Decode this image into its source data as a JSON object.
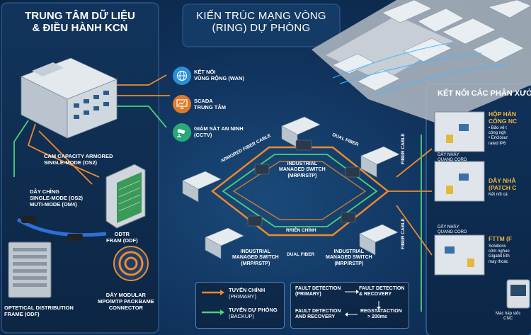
{
  "left_panel": {
    "title_line1": "TRUNG TÂM DỮ LIỆU",
    "title_line2": "& ĐIỀU HÀNH KCN",
    "services": [
      {
        "line1": "KẾT NỐI",
        "line2": "VÙNG RỘNG (WAN)",
        "icon": "globe-icon",
        "color": "#2a8fd6"
      },
      {
        "line1": "SCADA",
        "line2": "TRUNG TÂM",
        "icon": "monitor-icon",
        "color": "#e07a2a"
      },
      {
        "line1": "GIÁM SÁT AN NINH",
        "line2": "(CCTV)",
        "icon": "cctv-icon",
        "color": "#2aa877"
      }
    ],
    "cable1_line1": "CAM CAPACITY ARMORED",
    "cable1_line2": "SINGLE-MODE (OS2)",
    "cable2_line1": "DÂY CHỈNG",
    "cable2_line2": "SINGLE-MODE (OS2)",
    "cable2_line3": "MUTI-MODE (OM4)",
    "odtr_line1": "ODTR",
    "odtr_line2": "FRAM (ODF)",
    "odf_line1": "OPTETICAL DISTRIBUTION",
    "odf_line2": "FRAME (ODF)",
    "mpo_line1": "DÂY MODULAR",
    "mpo_line2": "MPO/MTP PACKBAME",
    "mpo_line3": "CONNECTOR"
  },
  "center_panel": {
    "title_line1": "KIẾN TRÚC MẠNG VÒNG",
    "title_line2": "(RING) DỰ PHÒNG",
    "armored_label": "ARMORED FIBER CABLE",
    "dual_fiber_top": "DUAL FIBER",
    "dual_fiber_bottom": "DUAL FIBER",
    "ring_label": "RRIÊN CHÍNH",
    "switch_top": [
      "INDUSTRIAL",
      "MANAGED SWITCH",
      "(MRP/RSTP)"
    ],
    "switch_left": [
      "INDUSTRIAL",
      "MANAGED SWITCH",
      "(MRP/RSTP)"
    ],
    "switch_right": [
      "INDUSTRIAL",
      "MANAGED SWITCH",
      "(MRP/RSTP)"
    ]
  },
  "legend": {
    "primary_line1": "TUYẾN CHÍNH",
    "primary_line2": "(PRIMARY)",
    "backup_line1": "TUYẾN DỰ PHÒNG",
    "backup_line2": "(BACKUP)",
    "primary_color": "#f08a2a",
    "backup_color": "#4cd17a"
  },
  "fault": {
    "a_line1": "FAULT DETECTION",
    "a_line2": "(PRIMARY)",
    "b_line1": "FAULT DETECTION",
    "b_line2": "& RECOVERY",
    "c_line1": "FAULT DETECTION",
    "c_line2": "AND RECOVERY",
    "d_line1": "REGSTATACTION",
    "d_line2": "> 200ms"
  },
  "right_panel": {
    "title": "KẾT NỐI CÁC PHÂN XƯỞ",
    "fiber_cable_1": "FIBER CABLE",
    "fiber_cable_2": "FIBER CABLE",
    "box1_title_line1": "HỘP HÀN",
    "box1_title_line2": "CỔNG NC",
    "box1_b1": "• Bảo vệ t",
    "box1_b2": "  công ngh",
    "box1_b3": "• Enclosur",
    "box1_b4": "  rated IP6",
    "box2_title_line1": "DÂY NHẢ",
    "box2_title_line2": "(PATCH C",
    "box2_b1": "Kết nối cá",
    "box3_title": "FTTM (F",
    "box3_b1": "Solutions",
    "box3_b2": "côm nghuo",
    "box3_b3": "Gigabit Eth",
    "box3_b4": "may thoác",
    "patch1_line1": "DÂY NHẢY",
    "patch1_line2": "QUANG CORD",
    "patch2_line1": "DÂY NHẢY",
    "patch2_line2": "QUANG CORD",
    "cnc_line1": "Mác háp siốc",
    "cnc_line2": "CNC"
  }
}
